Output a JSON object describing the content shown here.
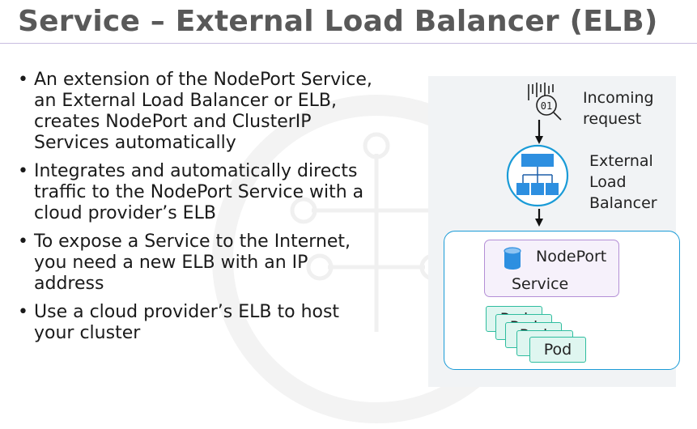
{
  "slide": {
    "title": "Service – External Load Balancer (ELB)",
    "bullets": [
      {
        "lines": [
          "An extension of the NodePort Service,",
          "an External Load Balancer or ELB,",
          "creates NodePort and ClusterIP",
          "Services automatically"
        ]
      },
      {
        "lines": [
          "Integrates and automatically directs",
          "traffic to the NodePort Service with a",
          "cloud provider’s ELB"
        ]
      },
      {
        "lines": [
          "To expose a Service to the Internet,",
          "you need a new ELB with an IP",
          "address"
        ]
      },
      {
        "lines": [
          "Use a cloud provider’s ELB to host",
          "your cluster"
        ]
      }
    ],
    "bullet_glyph": "•"
  },
  "diagram": {
    "incoming": {
      "icon": "binary-data-icon",
      "code": "01",
      "label_line1": "Incoming",
      "label_line2": "request"
    },
    "elb": {
      "icon": "load-balancer-hierarchy-icon",
      "label_line1": "External",
      "label_line2": "Load",
      "label_line3": "Balancer"
    },
    "nodeport": {
      "icon": "database-icon",
      "label_line1": "NodePort",
      "label_line2": "Service"
    },
    "pods": {
      "label": "Pod",
      "stack_count": 5
    },
    "colors": {
      "cluster_border": "#1a9bd7",
      "elb_circle": "#1a9bd7",
      "elb_fill": "#2d8fe0",
      "nodeport_border": "#b48fd6",
      "pod_border": "#2fbd9f",
      "pod_fill": "#dff6f0",
      "arrow": "#111111"
    }
  }
}
